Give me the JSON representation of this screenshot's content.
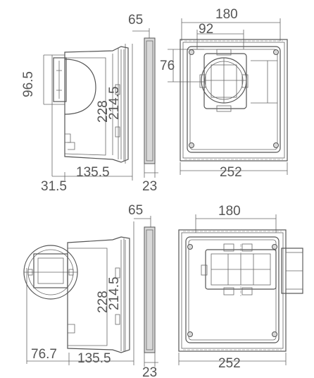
{
  "top": {
    "side": {
      "depth_total": "65",
      "height_front": "96.5",
      "height_outer": "228",
      "height_inner": "214.5",
      "front_offset": "31.5",
      "body_depth": "135.5",
      "plate_thickness": "23"
    },
    "front": {
      "width_inner": "180",
      "width_opening": "92",
      "height_opening": "76",
      "width_outer": "252"
    }
  },
  "bottom": {
    "side": {
      "depth_total": "65",
      "height_outer": "228",
      "height_inner": "214.5",
      "front_offset": "76.7",
      "body_depth": "135.5",
      "plate_thickness": "23"
    },
    "front": {
      "width_inner": "180",
      "width_outer": "252"
    }
  }
}
